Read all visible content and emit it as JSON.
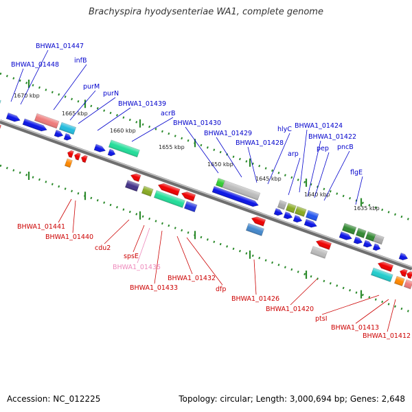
{
  "title": "Brachyspira hyodysenteriae WA1, complete genome",
  "footer": {
    "accession": "Accession: NC_012225",
    "summary": "Topology: circular; Length: 3,000,694 bp; Genes: 2,648"
  },
  "colors": {
    "forward_label": "#0000cc",
    "reverse_label": "#cc0000",
    "pseudo_label": "#ee88bb",
    "backbone": "#777777",
    "ticks": "#228822"
  },
  "kbp_labels": [
    {
      "id": "kb-1670",
      "text": "1670 kbp"
    },
    {
      "id": "kb-1665",
      "text": "1665 kbp"
    },
    {
      "id": "kb-1660",
      "text": "1660 kbp"
    },
    {
      "id": "kb-1655",
      "text": "1655 kbp"
    },
    {
      "id": "kb-1650",
      "text": "1650 kbp"
    },
    {
      "id": "kb-1645",
      "text": "1645 kbp"
    },
    {
      "id": "kb-1640",
      "text": "1640 kbp"
    },
    {
      "id": "kb-1635",
      "text": "1635 kbp"
    }
  ],
  "forward_genes": [
    {
      "id": "f-01447",
      "text": "BHWA1_01447"
    },
    {
      "id": "f-01448",
      "text": "BHWA1_01448"
    },
    {
      "id": "f-infB",
      "text": "infB"
    },
    {
      "id": "f-purM",
      "text": "purM"
    },
    {
      "id": "f-purN",
      "text": "purN"
    },
    {
      "id": "f-01439",
      "text": "BHWA1_01439"
    },
    {
      "id": "f-acrB",
      "text": "acrB"
    },
    {
      "id": "f-01430",
      "text": "BHWA1_01430"
    },
    {
      "id": "f-01429",
      "text": "BHWA1_01429"
    },
    {
      "id": "f-01428",
      "text": "BHWA1_01428"
    },
    {
      "id": "f-hlyC",
      "text": "hlyC"
    },
    {
      "id": "f-01424",
      "text": "BHWA1_01424"
    },
    {
      "id": "f-01422",
      "text": "BHWA1_01422"
    },
    {
      "id": "f-arp",
      "text": "arp"
    },
    {
      "id": "f-pep",
      "text": "pep"
    },
    {
      "id": "f-pncB",
      "text": "pncB"
    },
    {
      "id": "f-flgE",
      "text": "flgE"
    }
  ],
  "reverse_genes": [
    {
      "id": "r-01441",
      "text": "BHWA1_01441"
    },
    {
      "id": "r-01440",
      "text": "BHWA1_01440"
    },
    {
      "id": "r-cdu2",
      "text": "cdu2"
    },
    {
      "id": "r-spsE",
      "text": "spsE"
    },
    {
      "id": "r-01435",
      "text": "BHWA1_01435"
    },
    {
      "id": "r-01433",
      "text": "BHWA1_01433"
    },
    {
      "id": "r-01432",
      "text": "BHWA1_01432"
    },
    {
      "id": "r-dfp",
      "text": "dfp"
    },
    {
      "id": "r-01426",
      "text": "BHWA1_01426"
    },
    {
      "id": "r-01420",
      "text": "BHWA1_01420"
    },
    {
      "id": "r-ptsI",
      "text": "ptsI"
    },
    {
      "id": "r-01413",
      "text": "BHWA1_01413"
    },
    {
      "id": "r-01412",
      "text": "BHWA1_01412"
    }
  ]
}
